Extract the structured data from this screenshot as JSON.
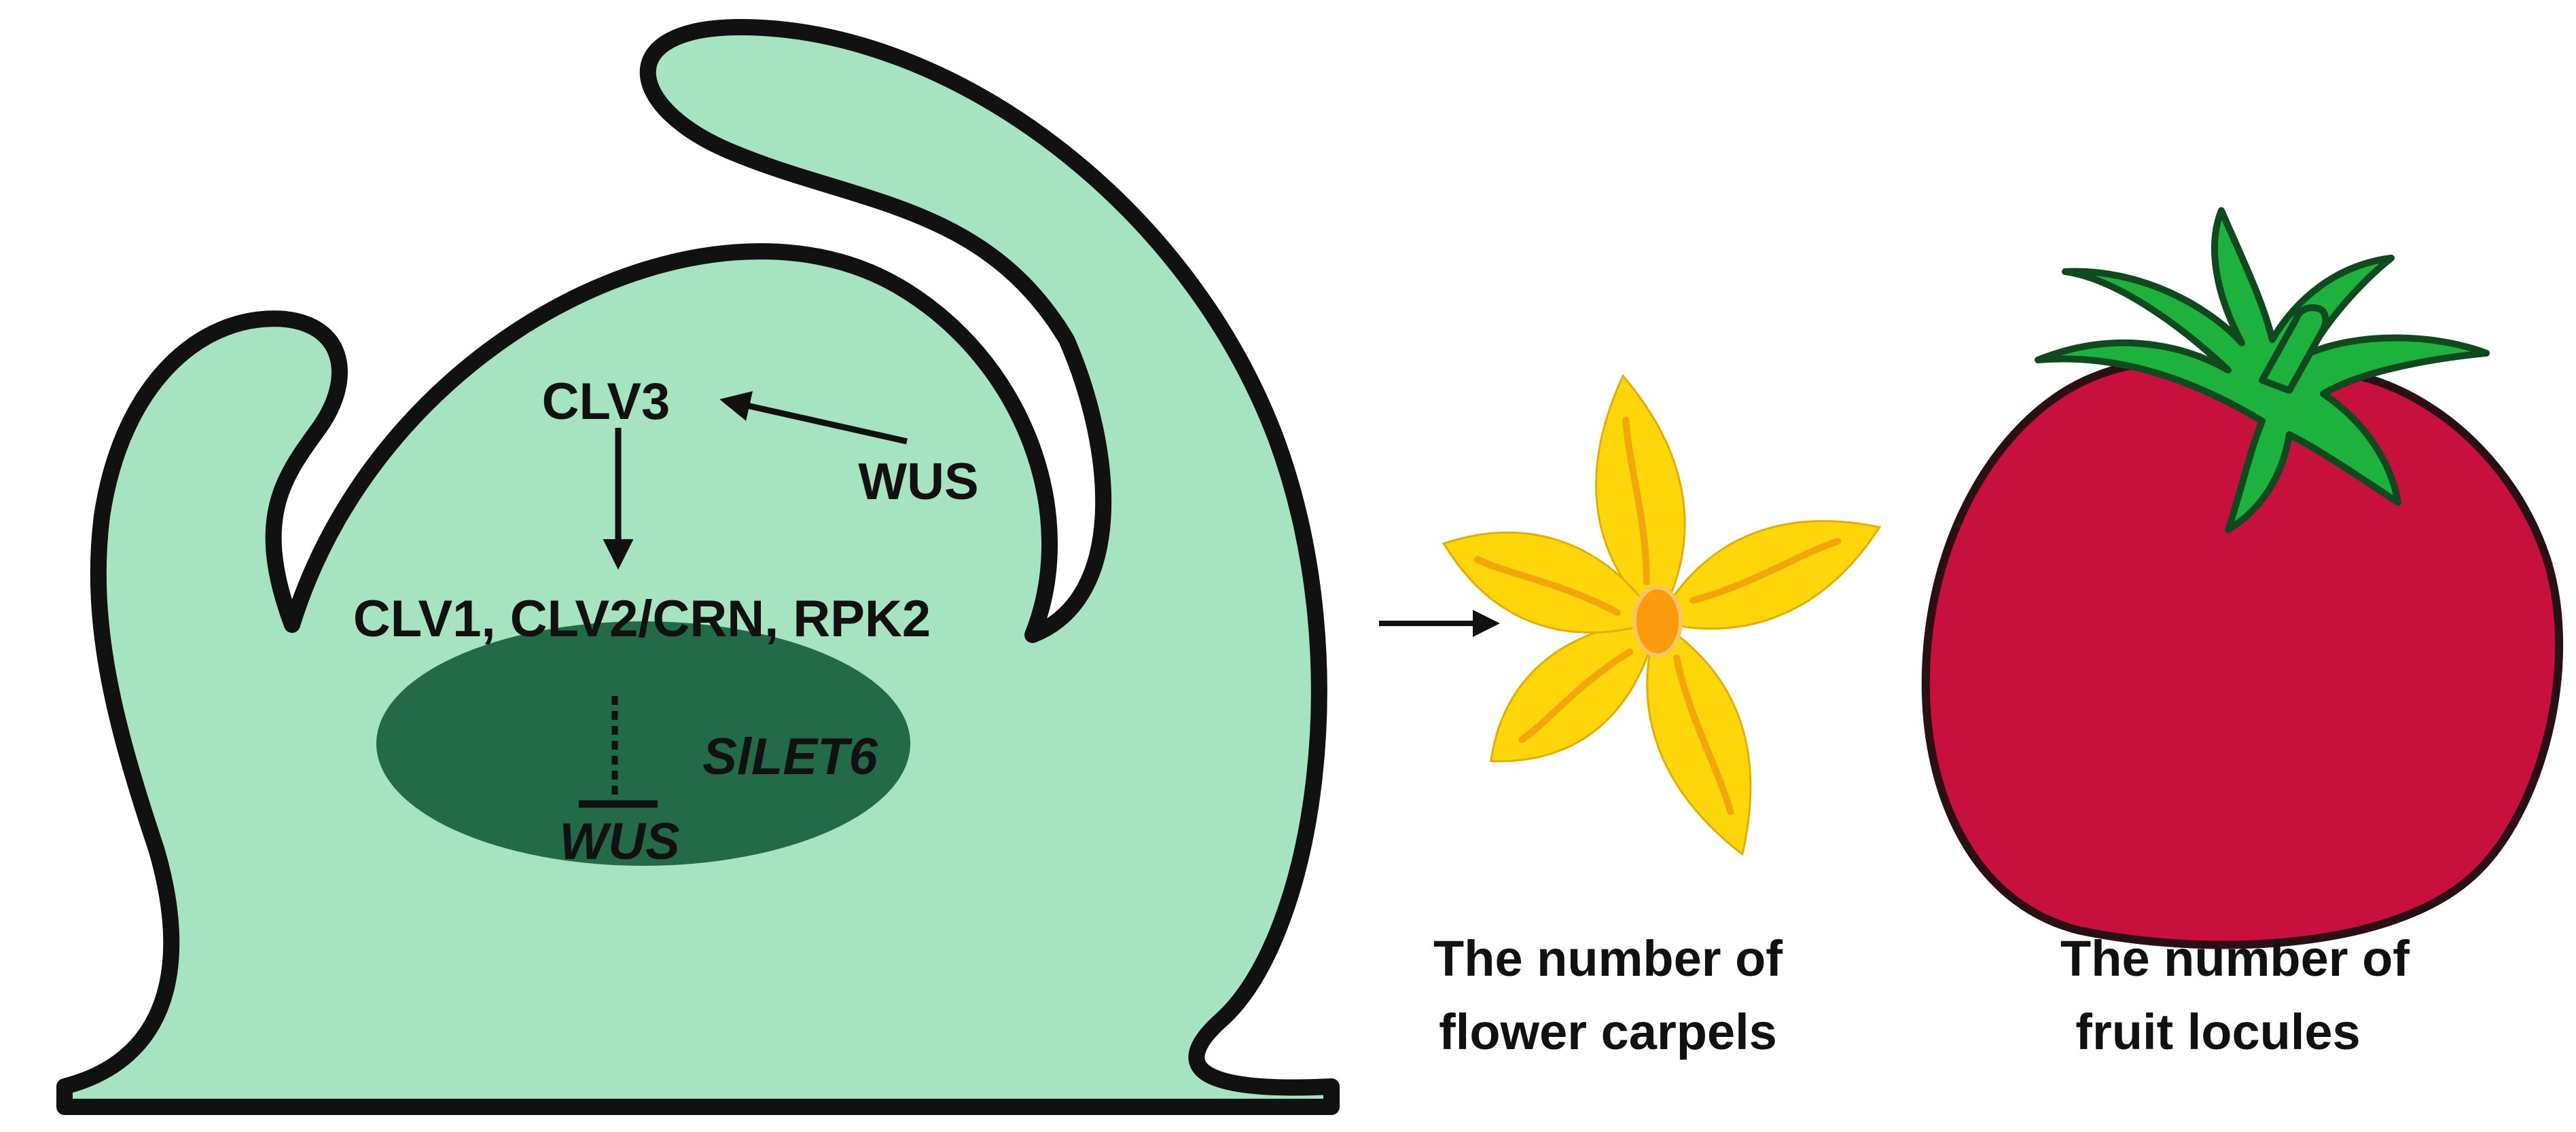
{
  "diagram": {
    "labels": {
      "clv3": "CLV3",
      "wus_top": "WUS",
      "receptors": "CLV1, CLV2/CRN, RPK2",
      "silet6": "SlLET6",
      "wus_bottom": "WUS",
      "carpels_line1": "The number of",
      "carpels_line2": "flower carpels",
      "locules_line1": "The number of",
      "locules_line2": "fruit locules"
    },
    "colors": {
      "meristem_fill": "#a5e3c1",
      "organizing_center": "#226a48",
      "outline": "#111111",
      "petal": "#fed60a",
      "petal_vein": "#f3a50a",
      "flower_center": "#fb9a0c",
      "tomato": "#c8103c",
      "tomato_outline": "#2a1015",
      "calyx": "#1db13d"
    }
  }
}
